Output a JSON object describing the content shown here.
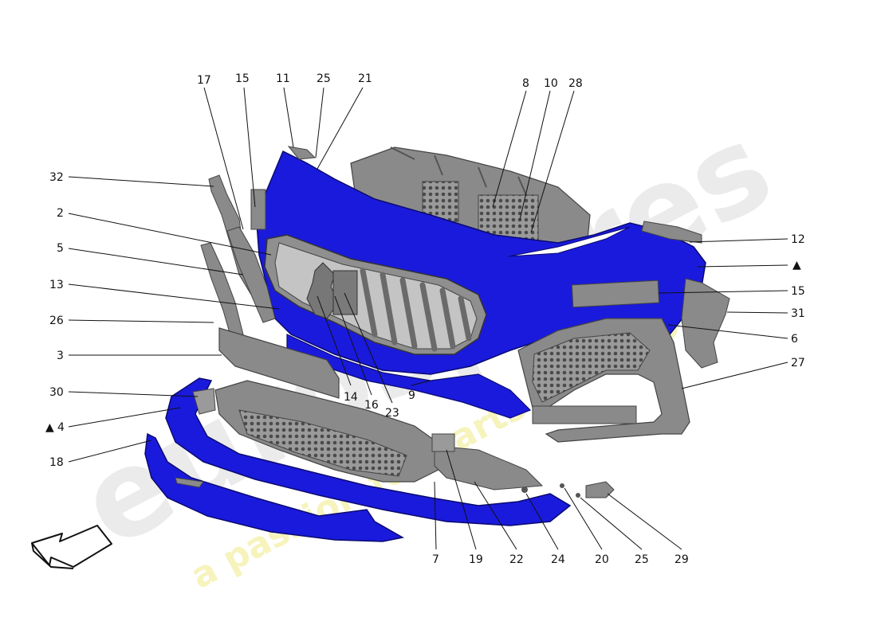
{
  "watermark": {
    "brand": "eurospares",
    "tagline": "a passion for parts since 1985"
  },
  "labels": [
    {
      "text": "17"
    },
    {
      "text": "15"
    },
    {
      "text": "11"
    },
    {
      "text": "25"
    },
    {
      "text": "21"
    },
    {
      "text": "8"
    },
    {
      "text": "10"
    },
    {
      "text": "28"
    },
    {
      "text": "32"
    },
    {
      "text": "2"
    },
    {
      "text": "5"
    },
    {
      "text": "13"
    },
    {
      "text": "26"
    },
    {
      "text": "3"
    },
    {
      "text": "30"
    },
    {
      "text": "4"
    },
    {
      "text": "18"
    },
    {
      "text": "12"
    },
    {
      "text": "▲"
    },
    {
      "text": "15"
    },
    {
      "text": "31"
    },
    {
      "text": "6"
    },
    {
      "text": "27"
    },
    {
      "text": "14"
    },
    {
      "text": "16"
    },
    {
      "text": "23"
    },
    {
      "text": "9"
    },
    {
      "text": "7"
    },
    {
      "text": "19"
    },
    {
      "text": "22"
    },
    {
      "text": "24"
    },
    {
      "text": "20"
    },
    {
      "text": "25"
    },
    {
      "text": "29"
    }
  ],
  "colors": {
    "bumper_blue": "#1a1adc",
    "part_grey": "#8a8a8a",
    "dark_grey": "#5a5a5a",
    "watermark": "#d8d8d8",
    "watermark_yellow": "#f3f0a8"
  },
  "icons": [
    "direction-arrow-icon",
    "triangle-marker-icon"
  ]
}
